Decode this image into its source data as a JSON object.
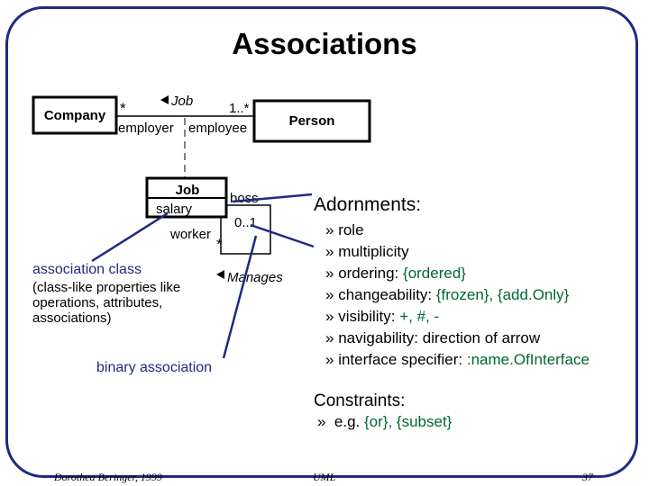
{
  "slide": {
    "title": "Associations",
    "footer": {
      "author": "Dorothea Beringer, 1999",
      "topic": "UML",
      "page": "37"
    },
    "colors": {
      "frame": "#1f2b80",
      "pointer": "#1f2b80",
      "value": "#006633"
    }
  },
  "diagram": {
    "company": "Company",
    "person": "Person",
    "assoc_name": "Job",
    "company_mult": "*",
    "person_mult": "1..*",
    "role_employer": "employer",
    "role_employee": "employee",
    "job_class": {
      "name": "Job",
      "attribute": "salary"
    },
    "self_assoc": {
      "role_boss": "boss",
      "mult_boss": "0..1",
      "role_worker": "worker",
      "mult_worker": "*",
      "name": "Manages"
    }
  },
  "notes": {
    "association_class_title": "association class",
    "association_class_desc": "(class-like properties like operations, attributes, associations)",
    "binary_association": "binary association"
  },
  "adornments": {
    "heading": "Adornments:",
    "items": [
      {
        "label": "role",
        "value": ""
      },
      {
        "label": "multiplicity",
        "value": ""
      },
      {
        "label": "ordering: ",
        "value": "{ordered}"
      },
      {
        "label": "changeability: ",
        "value": "{frozen}, {add.Only}"
      },
      {
        "label": "visibility: ",
        "value": "+, #, -"
      },
      {
        "label": "navigability: direction of arrow",
        "value": ""
      },
      {
        "label": "interface specifier: ",
        "value": ":name.OfInterface"
      }
    ]
  },
  "constraints": {
    "heading": "Constraints:",
    "example_label": "e.g. ",
    "example_value": "{or}, {subset}"
  }
}
